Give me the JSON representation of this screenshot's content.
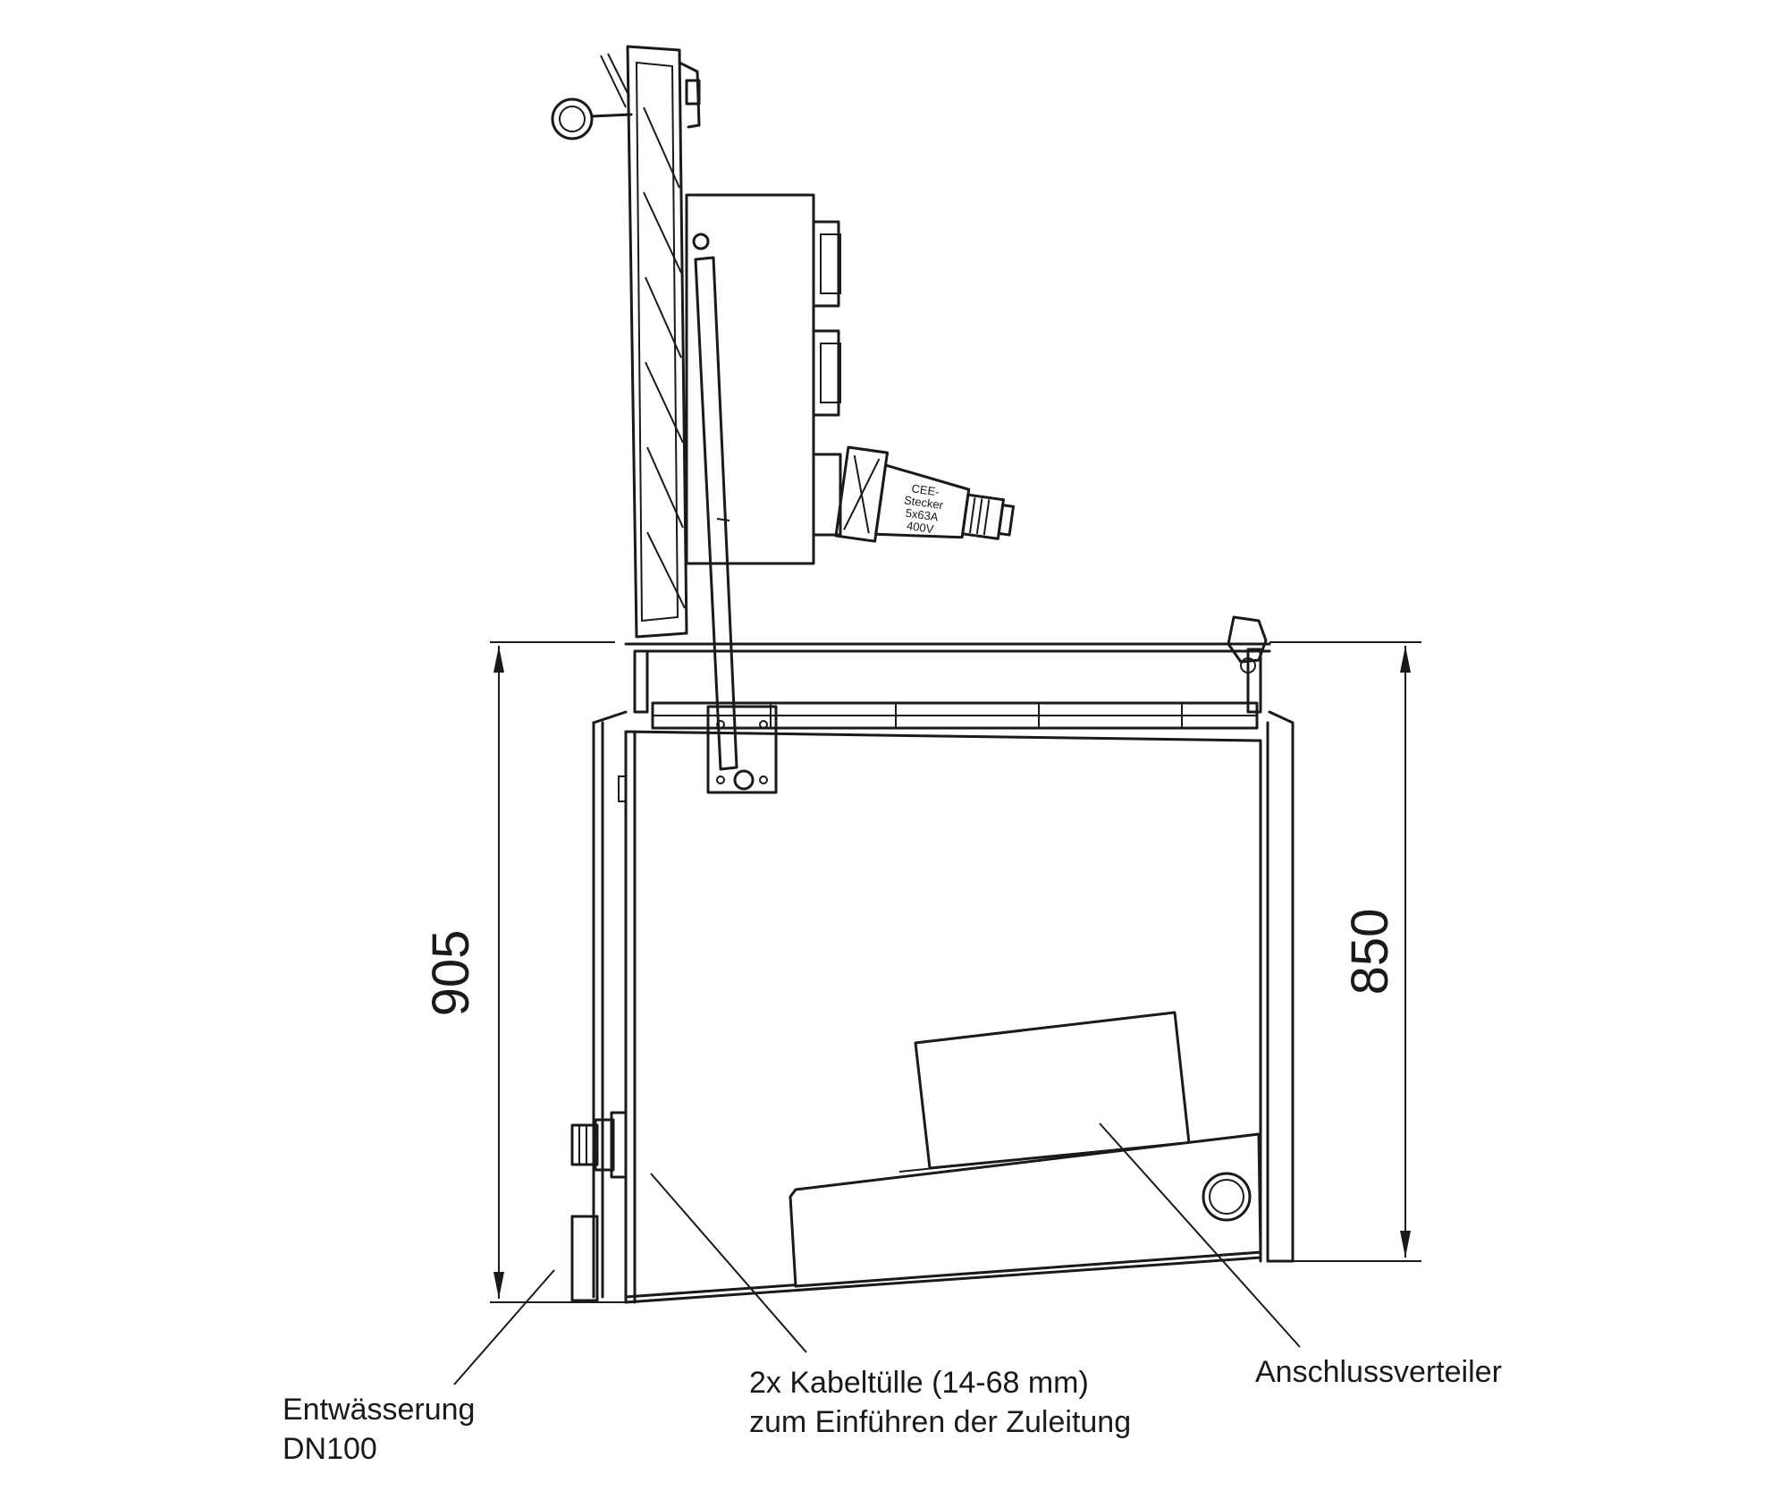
{
  "dimensions": {
    "left_height": "905",
    "right_height": "850"
  },
  "plug_label": {
    "line1": "CEE-",
    "line2": "Stecker",
    "line3": "5x63A",
    "line4": "400V"
  },
  "callouts": {
    "drainage_line1": "Entwässerung",
    "drainage_line2": "DN100",
    "cable_line1": "2x Kabeltülle (14-68 mm)",
    "cable_line2": "zum Einführen der Zuleitung",
    "distributor": "Anschlussverteiler"
  }
}
